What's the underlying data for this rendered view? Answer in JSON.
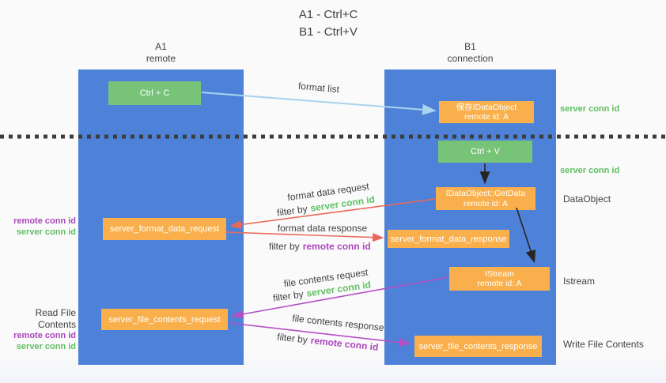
{
  "title": {
    "line1": "A1 - Ctrl+C",
    "line2": "B1 - Ctrl+V"
  },
  "lanes": {
    "a": {
      "name": "A1",
      "subtitle": "remote"
    },
    "b": {
      "name": "B1",
      "subtitle": "connection"
    }
  },
  "nodes": {
    "ctrl_c": {
      "label": "Ctrl + C"
    },
    "ctrl_v": {
      "label": "Ctrl + V"
    },
    "save_idataobject": {
      "line1": "保存IDataObject",
      "line2": "remote id: A"
    },
    "getdata": {
      "line1": "IDataObject::GetData",
      "line2": "remote id: A"
    },
    "istream": {
      "line1": "IStream",
      "line2": "remote id: A"
    },
    "server_format_data_request": {
      "label": "server_format_data_request"
    },
    "server_format_data_response": {
      "label": "server_format_data_response"
    },
    "server_file_contents_request": {
      "label": "server_file_contents_request"
    },
    "server_file_contents_response": {
      "label": "server_file_contents_response"
    }
  },
  "arrow_labels": {
    "format_list": "format list",
    "format_data_request": "format data request",
    "format_data_response": "format data response",
    "file_contents_request": "file contents request",
    "file_contents_response": "file contents response",
    "filter_by": "filter by",
    "server_conn_id": "server conn id",
    "remote_conn_id": "remote conn id"
  },
  "left_labels": {
    "format_group": {
      "remote_conn_id": "remote conn id",
      "server_conn_id": "server conn id"
    },
    "file_group": {
      "title": "Read File Contents",
      "remote_conn_id": "remote conn id",
      "server_conn_id": "server conn id"
    }
  },
  "right_labels": {
    "server_conn_id_top": "server conn id",
    "server_conn_id_mid": "server conn id",
    "dataobject": "DataObject",
    "istream": "Istream",
    "write_file_contents": "Write File Contents"
  },
  "colors": {
    "lane_blue": "#4d82d8",
    "node_green": "#77c377",
    "node_orange": "#f9b04c",
    "server_conn_green": "#5fbf63",
    "remote_conn_purple": "#ab47bc",
    "request_red": "#e8695c",
    "format_list_blue": "#a9d3ef",
    "file_purple": "#b44fc4",
    "text_dark": "#3f4245",
    "background": "#fafafa"
  }
}
